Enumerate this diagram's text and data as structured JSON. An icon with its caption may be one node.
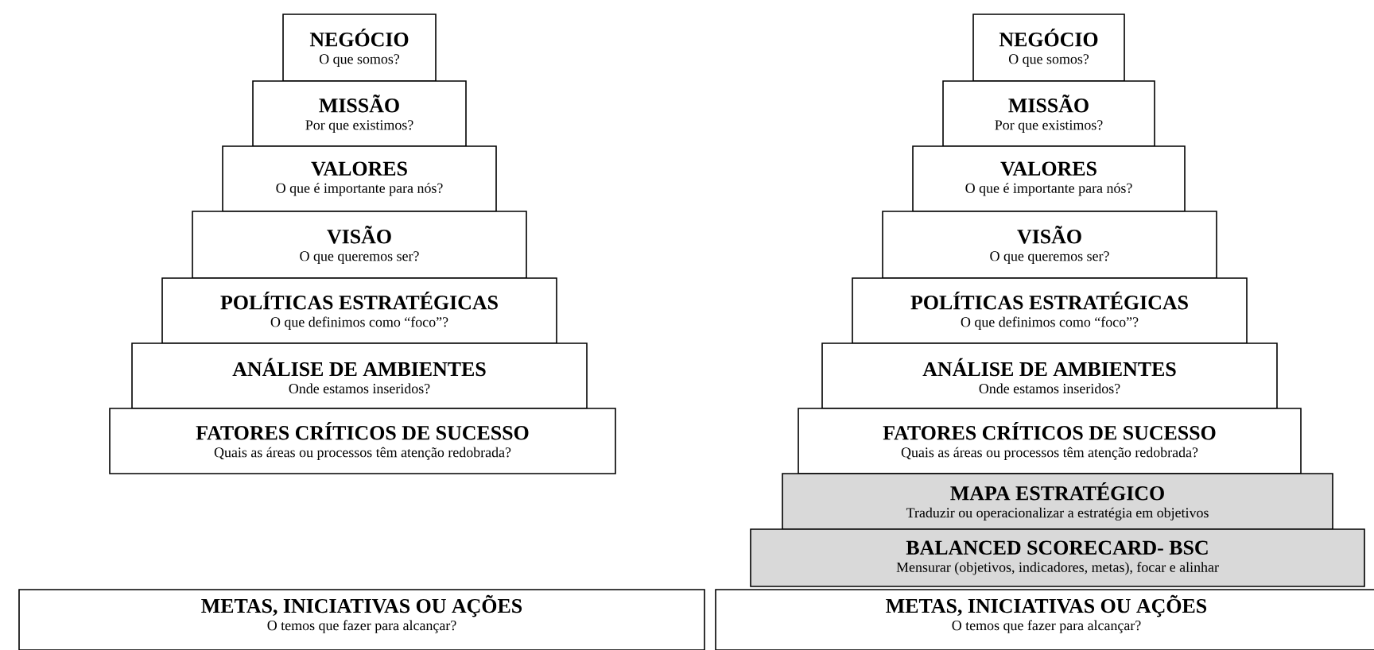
{
  "diagram": {
    "nodes": [
      {
        "text": [
          "NEGÓCIO",
          "O que somos?"
        ]
      },
      {
        "text": [
          "MISSÃO",
          "Por que existimos?"
        ]
      },
      {
        "text": [
          "VALORES",
          "O que é importante para nós?"
        ]
      },
      {
        "text": [
          "VISÃO",
          "O que queremos ser?"
        ]
      },
      {
        "text": [
          "POLÍTICAS ESTRATÉGICAS",
          "O que definimos como “foco”?"
        ]
      },
      {
        "text": [
          "ANÁLISE DE AMBIENTES",
          "Onde estamos inseridos?"
        ]
      },
      {
        "text": [
          "FATORES CRÍTICOS DE SUCESSO",
          "Quais as áreas ou processos têm atenção redobrada?"
        ]
      },
      {
        "text": [
          "METAS, INICIATIVAS OU AÇÕES",
          "O temos que fazer para alcançar?"
        ]
      },
      {
        "text": [
          "NEGÓCIO",
          "O que somos?"
        ]
      },
      {
        "text": [
          "MISSÃO",
          "Por que existimos?"
        ]
      },
      {
        "text": [
          "VALORES",
          "O que é importante para nós?"
        ]
      },
      {
        "text": [
          "VISÃO",
          "O que queremos ser?"
        ]
      },
      {
        "text": [
          "POLÍTICAS ESTRATÉGICAS",
          "O que definimos como “foco”?"
        ]
      },
      {
        "text": [
          "ANÁLISE DE AMBIENTES",
          "Onde estamos inseridos?"
        ]
      },
      {
        "text": [
          "FATORES CRÍTICOS DE SUCESSO",
          "Quais as áreas ou processos têm atenção redobrada?"
        ]
      },
      {
        "text": [
          "MAPA ESTRATÉGICO",
          "Traduzir ou operacionalizar a estratégia em objetivos"
        ]
      },
      {
        "text": [
          "BALANCED SCORECARD- BSC",
          "Mensurar (objetivos, indicadores, metas), focar e alinhar"
        ]
      },
      {
        "text": [
          "METAS, INICIATIVAS OU AÇÕES",
          "O temos que fazer para alcançar?"
        ]
      }
    ]
  }
}
